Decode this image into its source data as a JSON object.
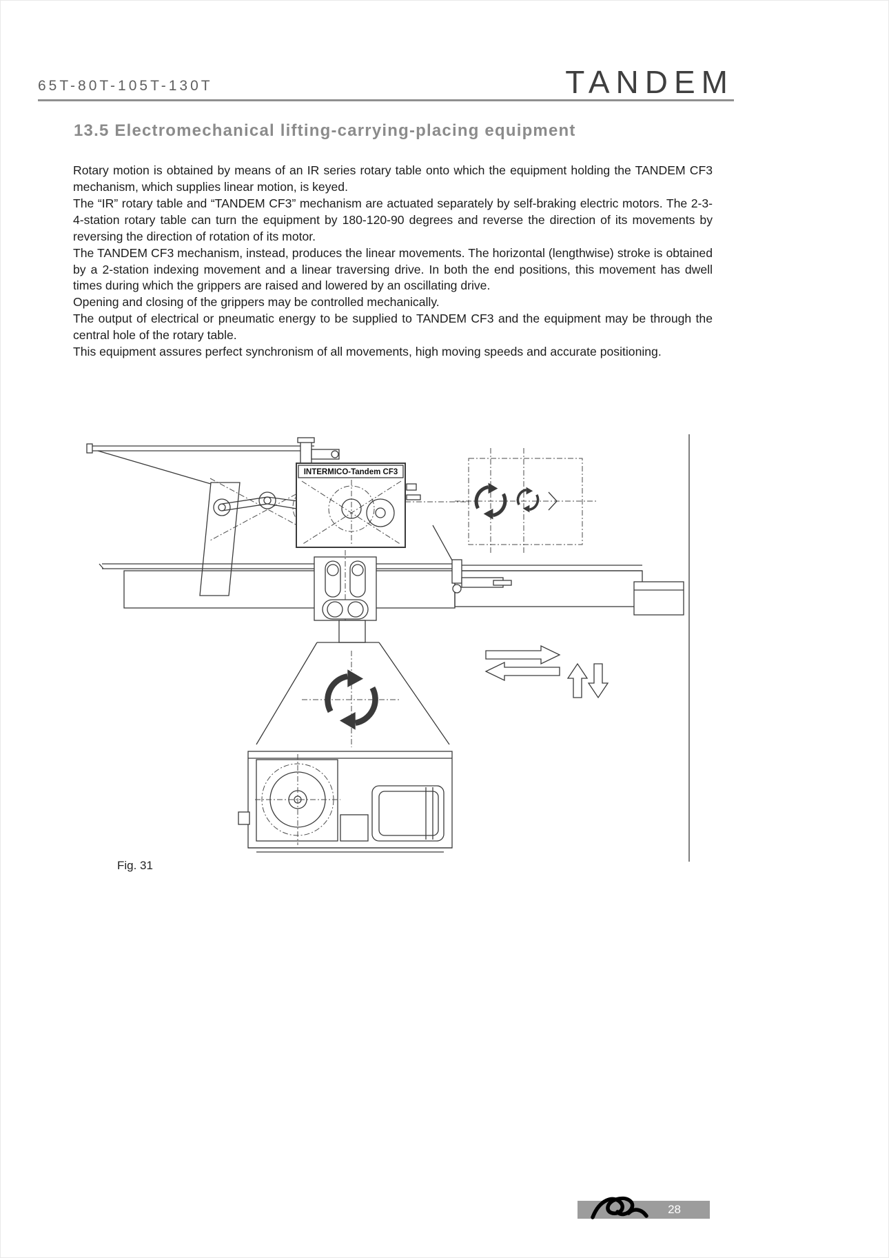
{
  "header": {
    "model_range": "65T-80T-105T-130T",
    "brand": "TANDEM"
  },
  "section": {
    "title": "13.5 Electromechanical lifting-carrying-placing equipment"
  },
  "body": {
    "paragraphs": [
      "Rotary motion is obtained by means of an IR series rotary table onto which the equipment holding the TANDEM CF3 mechanism, which supplies linear motion, is keyed.",
      "The “IR” rotary table and “TANDEM CF3” mechanism are actuated separately by self-braking electric motors. The 2-3-4-station rotary table can turn the equipment by 180-120-90 degrees and reverse the direction of its movements by reversing the direction of rotation of its motor.",
      "The TANDEM CF3 mechanism, instead, produces the linear movements. The horizontal (lengthwise) stroke is obtained by a 2-station indexing movement and a linear traversing drive. In both the end positions, this movement has dwell times during which the grippers are raised and lowered by an oscillating drive.",
      "Opening and closing of the grippers may be controlled mechanically.",
      "The output of electrical or pneumatic energy to be supplied to TANDEM CF3 and the equipment may be through the central hole of the rotary table.",
      "This equipment assures perfect synchronism of all movements, high moving speeds and accurate positioning."
    ]
  },
  "figure": {
    "caption": "Fig. 31",
    "diagram_label": "INTERMICO-Tandem CF3"
  },
  "footer": {
    "page_number": "28"
  },
  "icons": {
    "rotation_arrow": "circular-rotation-arrows",
    "horizontal_motion": "left-right-hollow-arrows",
    "vertical_motion": "up-down-hollow-arrows",
    "footer_logo": "knot-scribble-logo"
  },
  "colors": {
    "heading_gray": "#8b8b8b",
    "footer_bar_gray": "#9c9c9c",
    "line_color": "#3a3a3a"
  }
}
